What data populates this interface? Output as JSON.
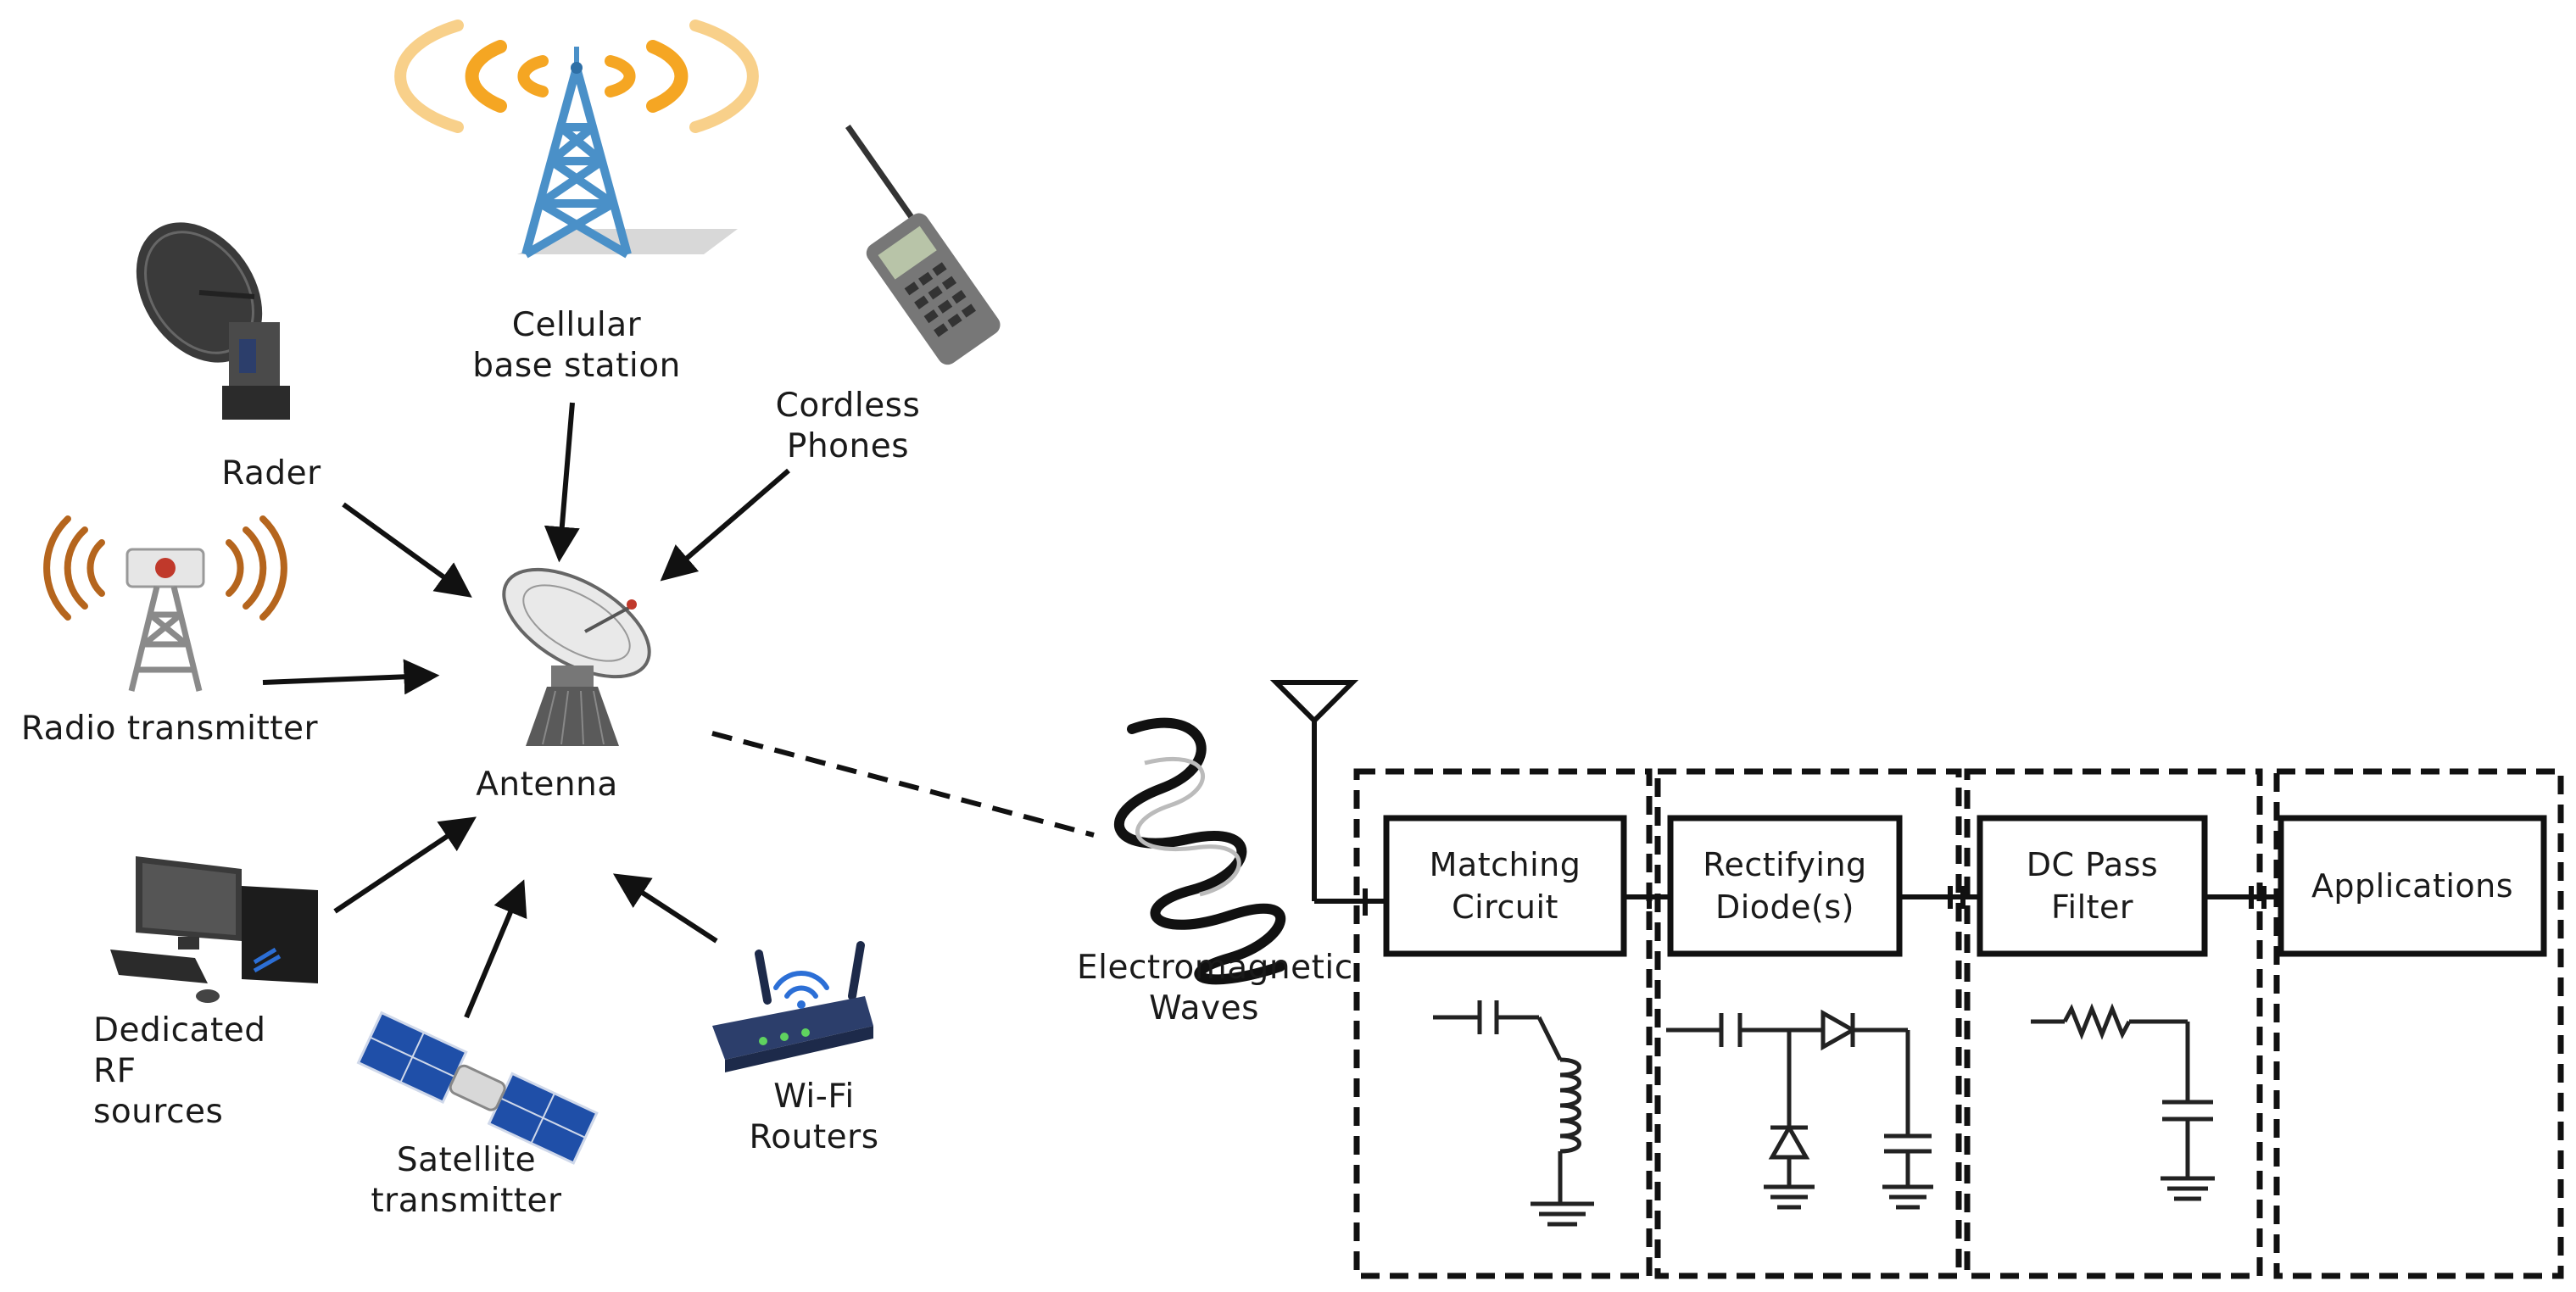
{
  "sources": {
    "cellular": {
      "label": [
        "Cellular",
        "base station"
      ],
      "icon": "cell-tower-icon"
    },
    "radar": {
      "label": [
        "Rader"
      ],
      "icon": "radar-dish-icon"
    },
    "cordless": {
      "label": [
        "Cordless",
        "Phones"
      ],
      "icon": "cordless-phone-icon"
    },
    "radio": {
      "label": [
        "Radio transmitter"
      ],
      "icon": "radio-tower-icon"
    },
    "dedicated": {
      "label": [
        "Dedicated",
        "RF",
        "sources"
      ],
      "icon": "desktop-computer-icon"
    },
    "satellite": {
      "label": [
        "Satellite",
        "transmitter"
      ],
      "icon": "satellite-icon"
    },
    "wifi": {
      "label": [
        "Wi-Fi",
        "Routers"
      ],
      "icon": "wifi-router-icon"
    }
  },
  "antenna": {
    "label": "Antenna",
    "icon": "satellite-dish-antenna-icon"
  },
  "em_waves": {
    "label": [
      "Electromagnetic",
      "Waves"
    ],
    "icon": "em-wave-icon"
  },
  "blocks": [
    {
      "label": [
        "Matching",
        "Circuit"
      ],
      "circuit": "capacitor-inductor-schematic-icon"
    },
    {
      "label": [
        "Rectifying",
        "Diode(s)"
      ],
      "circuit": "diode-rectifier-schematic-icon"
    },
    {
      "label": [
        "DC Pass",
        "Filter"
      ],
      "circuit": "resistor-capacitor-schematic-icon"
    },
    {
      "label": [
        "Applications"
      ],
      "circuit": ""
    }
  ],
  "colors": {
    "tower_blue": "#4a90c8",
    "wave_orange": "#f5a623",
    "radio_wave_brown": "#b5651d",
    "solar_blue": "#1f4fa8",
    "router_navy": "#2c3e6b",
    "line": "#111111"
  }
}
